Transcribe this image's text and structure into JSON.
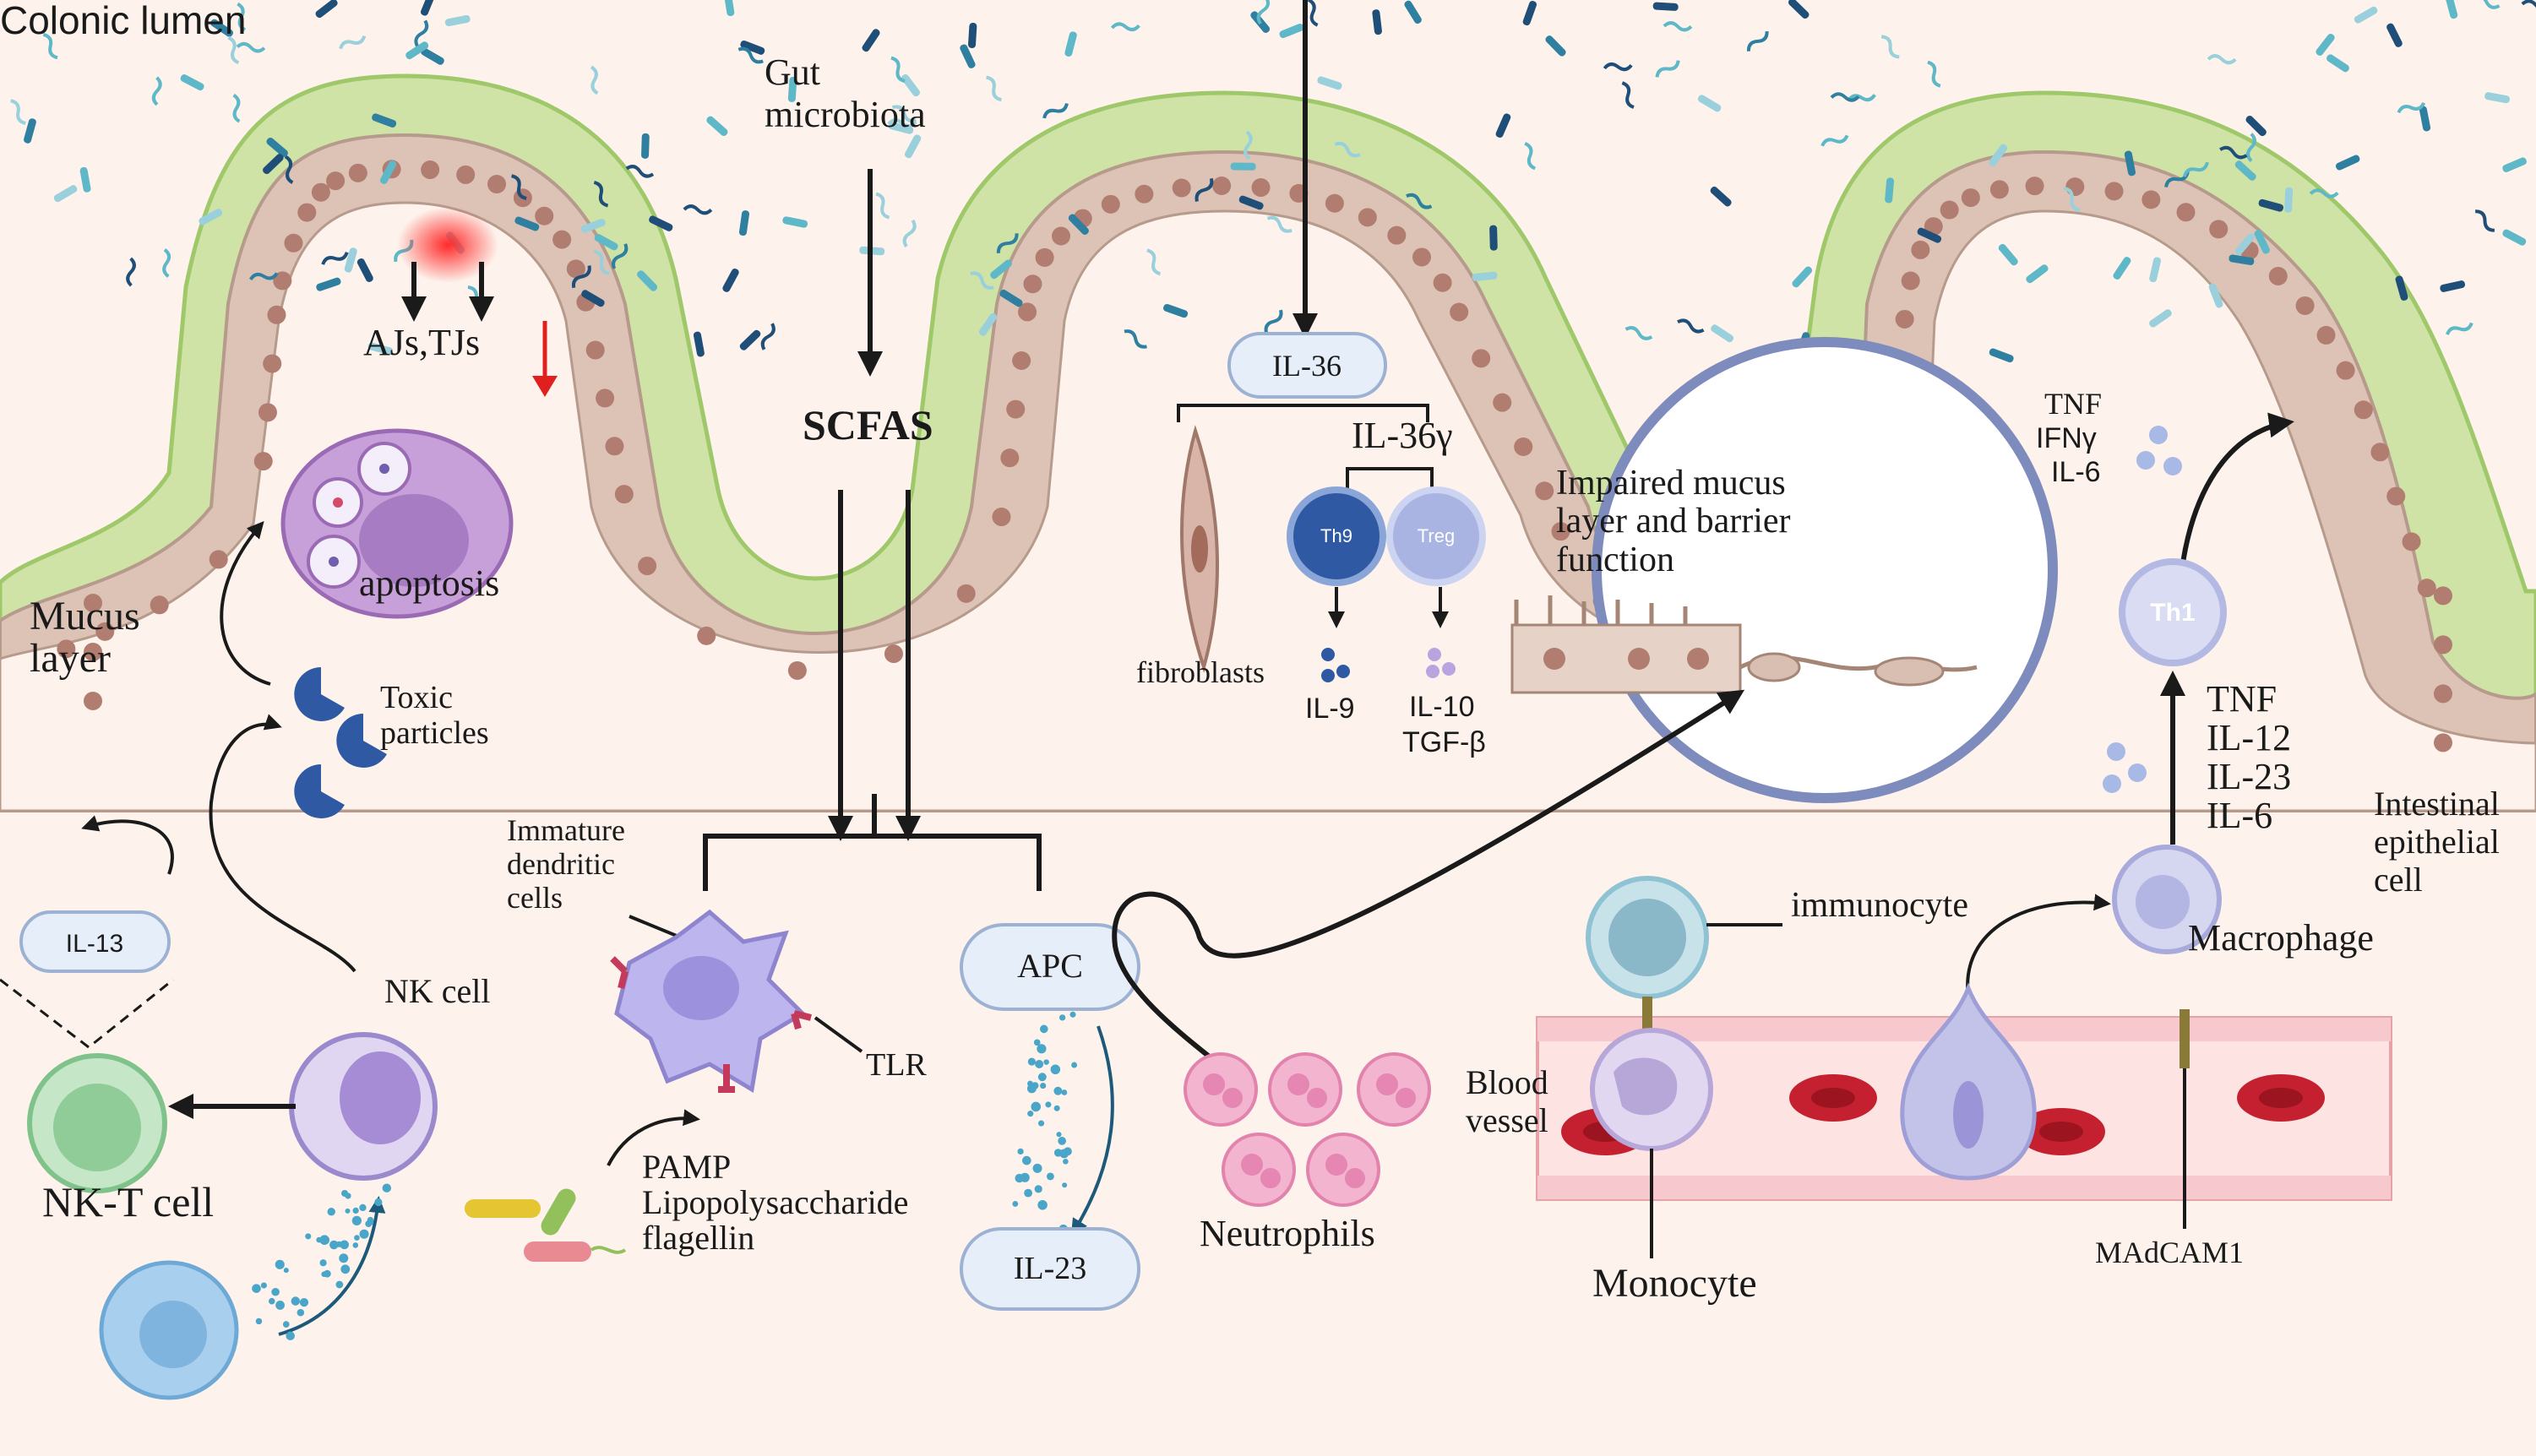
{
  "labels": {
    "colonic_lumen": "Colonic lumen",
    "gut_microbiota": [
      "Gut",
      "microbiota"
    ],
    "ajs_tjs": "AJs,TJs",
    "scfas": "SCFAS",
    "il36": "IL-36",
    "il36g": "IL-36γ",
    "impaired": [
      "Impaired mucus",
      "layer and barrier",
      "function"
    ],
    "tnf_top": "TNF",
    "ifng": "IFNγ",
    "il6_top": "IL-6",
    "mucus": [
      "Mucus",
      "layer"
    ],
    "apoptosis": "apoptosis",
    "th9": "Th9",
    "treg": "Treg",
    "th1": "Th1",
    "fibroblasts": "fibroblasts",
    "il9": "IL-9",
    "il10": "IL-10",
    "tgfb": "TGF-β",
    "toxic": [
      "Toxic",
      "particles"
    ],
    "immature_dc": [
      "Immature",
      "dendritic",
      "cells"
    ],
    "cyto_right": [
      "TNF",
      "IL-12",
      "IL-23",
      "IL-6"
    ],
    "intestinal_epi": [
      "Intestinal",
      "epithelial",
      "cell"
    ],
    "il13": "IL-13",
    "apc": "APC",
    "immunocyte": "immunocyte",
    "macrophage": "Macrophage",
    "nk_cell": "NK cell",
    "tlr": "TLR",
    "blood_vessel": [
      "Blood",
      "vessel"
    ],
    "nkt_cell": "NK-T cell",
    "pamp": [
      "PAMP",
      "Lipopolysaccharide",
      "flagellin"
    ],
    "neutrophils": "Neutrophils",
    "il23": "IL-23",
    "monocyte": "Monocyte",
    "madcam1": "MAdCAM1"
  },
  "icons": [
    "bacteria-icon",
    "dendritic-cell-icon",
    "nk-cell-icon",
    "macrophage-icon",
    "neutrophil-icon",
    "red-blood-cell-icon"
  ],
  "colors": {
    "background": "#fdf3ec",
    "mucus": "#cfe3a6",
    "epithelium": "#dcc3b5",
    "nucleus": "#b07d70",
    "pill": "#e6eef9",
    "vessel": "#f7c8cd",
    "rbc": "#c4202f",
    "th9": "#2f5aa3",
    "treg": "#a9b4e3",
    "neutrophil": "#f2b4cf",
    "red_arrow": "#e0201e"
  }
}
